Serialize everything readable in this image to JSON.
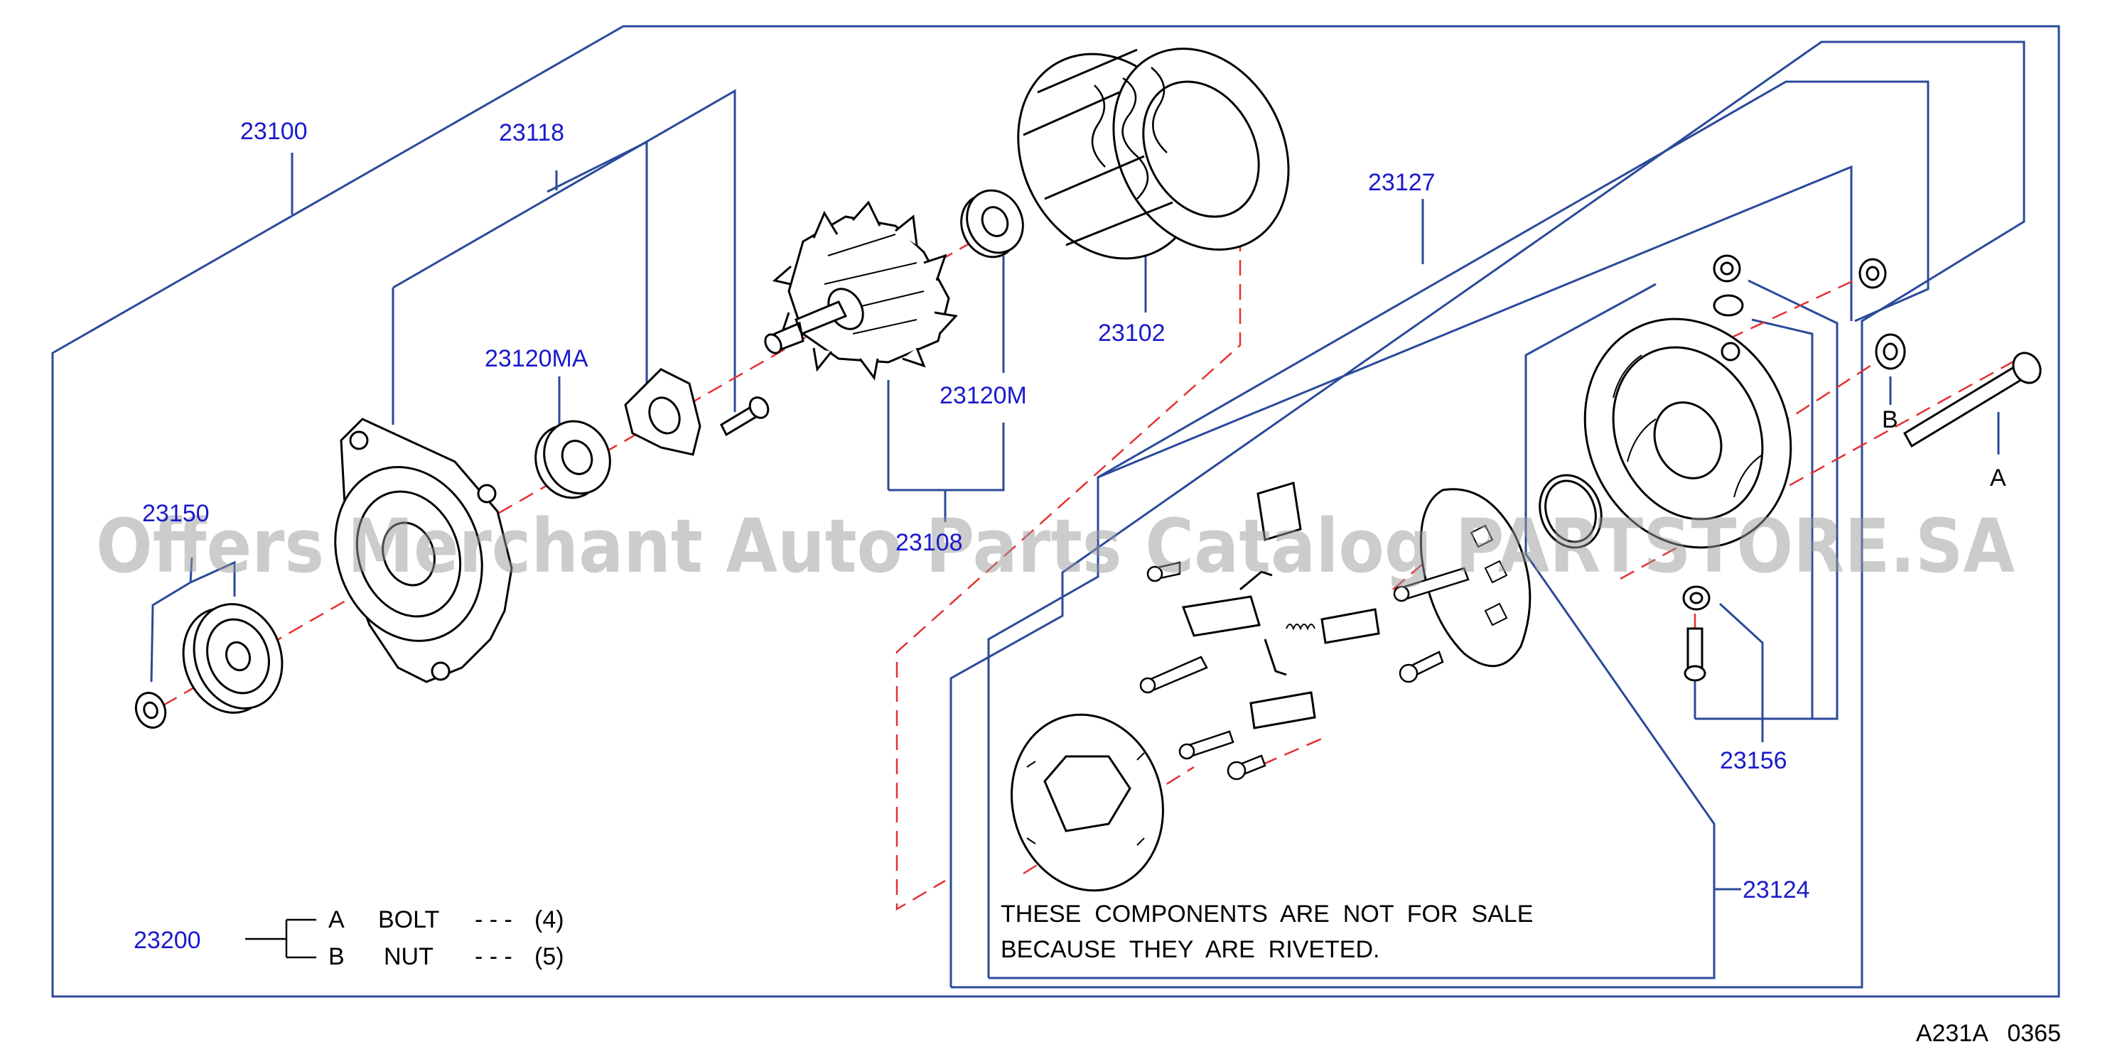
{
  "colors": {
    "callout": "#1a1acc",
    "frame": "#2a4a9a",
    "centerline": "#e53030",
    "ink": "#000000",
    "watermark": "#9a9a9a"
  },
  "callouts": {
    "c23100": "23100",
    "c23118": "23118",
    "c23120MA": "23120MA",
    "c23102": "23102",
    "c23120M": "23120M",
    "c23108": "23108",
    "c23150": "23150",
    "c23127": "23127",
    "c23156": "23156",
    "c23124": "23124",
    "c23200": "23200"
  },
  "letters": {
    "a": "A",
    "b": "B"
  },
  "legend": {
    "a_letter": "A",
    "a_name": "BOLT",
    "a_qty": "(4)",
    "b_letter": "B",
    "b_name": "NUT",
    "b_qty": "(5)",
    "dash": "- - -"
  },
  "note": {
    "line1": "THESE  COMPONENTS  ARE  NOT  FOR  SALE",
    "line2": "BECAUSE  THEY  ARE  RIVETED."
  },
  "watermark": "Offers Merchant Auto Parts Catalog PARTSTORE.SA",
  "diagram_code": "A231A   0365"
}
